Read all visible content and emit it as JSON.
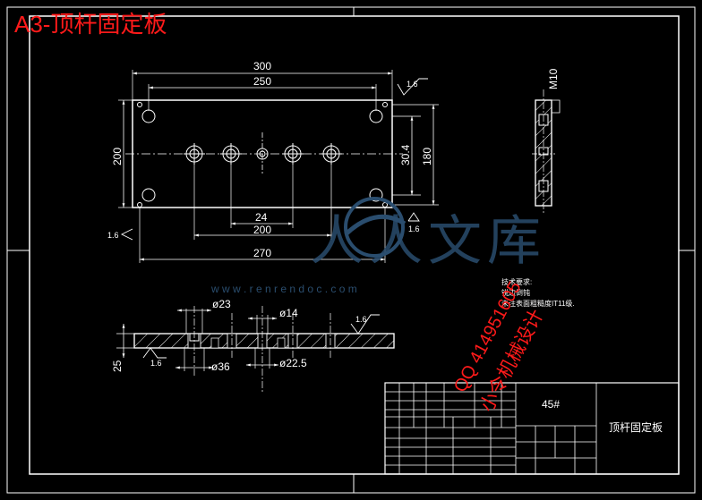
{
  "header_title": "A3-顶杆固定板",
  "dims": {
    "d300": "300",
    "d250": "250",
    "d200_v": "200",
    "d180": "180",
    "d30_4": "30.4",
    "d24": "24",
    "d200_h": "200",
    "d270": "270",
    "m10": "M10",
    "d23": "ø23",
    "d14": "ø14",
    "d25": "25",
    "d36": "ø36",
    "d22_5": "ø22.5"
  },
  "roughness": {
    "r1": "1.6",
    "r2": "1.6",
    "r3": "1.6",
    "r4": "1.6",
    "r5": "1.6"
  },
  "tech_req": {
    "title": "技术要求:",
    "line1": "锐边倒钝",
    "line2": "未注表面粗糙度IT11级."
  },
  "title_block": {
    "material": "45#",
    "part_name": "顶杆固定板"
  },
  "watermark": {
    "site": "人人文库",
    "url": "w w w . r e n r e n d o c . c o m",
    "qq": "QQ 414951605",
    "designer": "小令机械设计"
  },
  "colors": {
    "background": "#000000",
    "lines": "#ffffff",
    "red": "#ff1a1a",
    "watermark_blue": "#2a4d6e"
  }
}
